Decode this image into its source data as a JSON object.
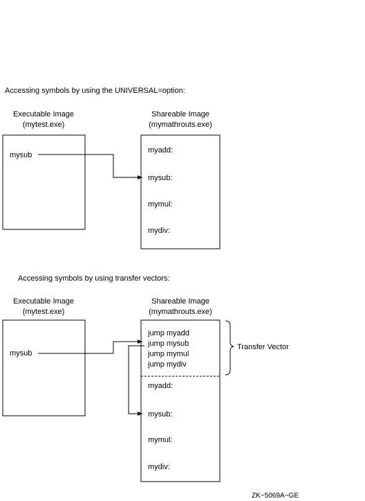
{
  "diagram1": {
    "caption": "Accessing symbols by using the UNIVERSAL=option:",
    "exec_title_1": "Executable Image",
    "exec_title_2": "(mytest.exe)",
    "exec_symbol": "mysub",
    "share_title_1": "Shareable Image",
    "share_title_2": "(mymathrouts.exe)",
    "share_symbols": [
      "myadd:",
      "mysub:",
      "mymul:",
      "mydiv:"
    ]
  },
  "diagram2": {
    "caption": "Accessing symbols by using transfer vectors:",
    "exec_title_1": "Executable Image",
    "exec_title_2": "(mytest.exe)",
    "exec_symbol": "mysub",
    "share_title_1": "Shareable Image",
    "share_title_2": "(mymathrouts.exe)",
    "jumps": [
      "jump myadd",
      "jump mysub",
      "jump mymul",
      "jump mydiv"
    ],
    "share_symbols": [
      "myadd:",
      "mysub:",
      "mymul:",
      "mydiv:"
    ],
    "bracket_label": "Transfer Vector"
  },
  "figure_id": "ZK−5069A−GE"
}
